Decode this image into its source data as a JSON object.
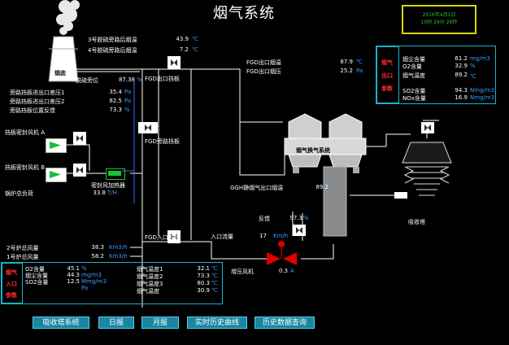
{
  "title": "烟气系统",
  "clock": {
    "date": "2016年4月1日",
    "time": "10时 29分 26秒"
  },
  "top_left": {
    "rows": [
      {
        "label": "3号脱硫旁路后烟温",
        "value": "43.9",
        "unit": "℃"
      },
      {
        "label": "4号脱硫旁路后烟温",
        "value": "7.2",
        "unit": "℃"
      }
    ],
    "chimney_label": "烟囱",
    "bypass_label": "脱硫旁位",
    "bypass_value": "87.38",
    "bypass_unit": "%"
  },
  "bypass_block": [
    {
      "label": "旁路挡板进出口差压1",
      "value": "35.4",
      "unit": "Pa"
    },
    {
      "label": "旁路挡板进出口差压2",
      "value": "82.5",
      "unit": "Pa"
    },
    {
      "label": "旁路挡板位置反馈",
      "value": "73.3",
      "unit": "%"
    }
  ],
  "fans": {
    "fan_a": "挡板密封风机 A",
    "fan_b": "挡板密封风机 B",
    "boiler_load": "锅炉总负荷",
    "heater": "密封风加热器",
    "heater_value": "33.8",
    "heater_unit": "T/H"
  },
  "dampers": {
    "outlet": "FGD出口挡板",
    "bypass": "FGD旁路挡板",
    "inlet": "FGD入口挡板"
  },
  "fgd_outlet": {
    "rows": [
      {
        "label": "FGD出口烟温",
        "value": "87.9",
        "unit": "℃"
      },
      {
        "label": "FGD出口烟压",
        "value": "25.2",
        "unit": "Pa"
      }
    ]
  },
  "ggh": {
    "label": "烟气换气系统",
    "temp_label": "GGH静烟气出口烟温",
    "temp_value": "89.2",
    "temp_unit": "℃"
  },
  "absorber": {
    "label": "吸收塔"
  },
  "fan_area": {
    "feedback_label": "反馈",
    "feedback_value": "97.3",
    "feedback_unit": "%",
    "inlet_flow_label": "入口流量",
    "flow_value": "17",
    "flow_unit": "Km/h",
    "booster_label": "增压风机",
    "current_value": "0.3",
    "current_unit": "A"
  },
  "air_flow": [
    {
      "label": "2号炉总风量",
      "value": "38.3",
      "unit": "Km3/h"
    },
    {
      "label": "1号炉总风量",
      "value": "58.2",
      "unit": "Km3/h"
    }
  ],
  "inlet_panel": {
    "side_label": [
      "烟气",
      "入口",
      "参数"
    ],
    "left": [
      {
        "label": "O2含量",
        "value": "45.1",
        "unit": "%"
      },
      {
        "label": "烟尘含量",
        "value": "44.3",
        "unit": "mg/m3"
      },
      {
        "label": "SO2含量",
        "value": "12.5",
        "unit": "Mmg/m3"
      },
      {
        "label": "",
        "value": "",
        "unit": "Pa"
      }
    ],
    "right": [
      {
        "label": "烟气温度1",
        "value": "32.1",
        "unit": "℃"
      },
      {
        "label": "烟气温度2",
        "value": "73.3",
        "unit": "℃"
      },
      {
        "label": "烟气温度3",
        "value": "80.3",
        "unit": "℃"
      },
      {
        "label": "烟气温度",
        "value": "30.9",
        "unit": "℃"
      }
    ]
  },
  "outlet_panel": {
    "side_label": [
      "烟气",
      "出口",
      "参数"
    ],
    "rows": [
      {
        "label": "烟尘含量",
        "value": "61.2",
        "unit": "mg/m3"
      },
      {
        "label": "O2含量",
        "value": "32.9",
        "unit": "%"
      },
      {
        "label": "烟气温度",
        "value": "89.2",
        "unit": "℃"
      },
      {
        "label": "SO2含量",
        "value": "94.3",
        "unit": "Nmg/m3"
      },
      {
        "label": "NOx含量",
        "value": "16.9",
        "unit": "Nmg/m3"
      }
    ]
  },
  "nav": [
    "吸收塔系统",
    "日报",
    "月报",
    "实时历史曲线",
    "历史数据查询"
  ],
  "colors": {
    "pipe": "#ffffff",
    "panel_border": "#19b3c6",
    "nav_bg": "#1b86a2",
    "unit": "#3a9cff",
    "clock": "#2fbf2f",
    "frame": "#d8d800"
  }
}
